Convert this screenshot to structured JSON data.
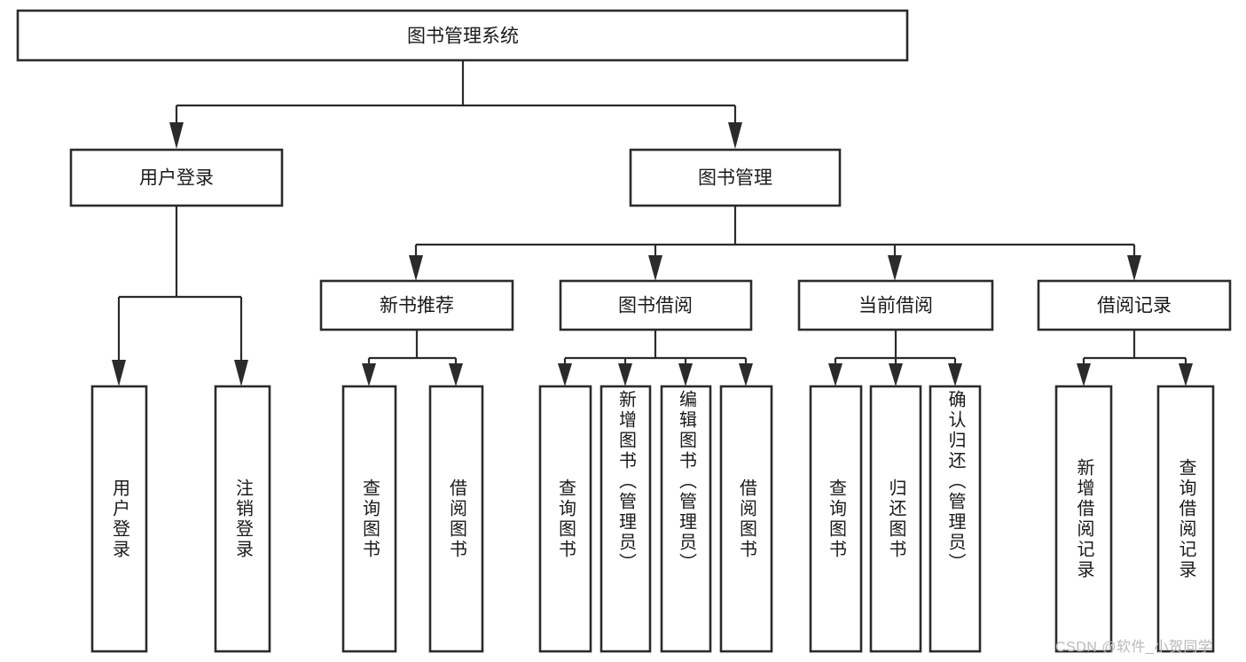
{
  "diagram": {
    "type": "tree-hierarchy",
    "title": "图书管理系统",
    "watermark": "CSDN @软件_小贺同学",
    "colors": {
      "box_fill": "#ffffff",
      "box_stroke": "#2b2b2b",
      "connector": "#2b2b2b",
      "text": "#1a1a1a",
      "background": "#ffffff",
      "watermark": "#b9b9b9"
    },
    "root": {
      "label": "图书管理系统",
      "orientation": "horizontal"
    },
    "level2": [
      {
        "label": "用户登录",
        "orientation": "horizontal"
      },
      {
        "label": "图书管理",
        "orientation": "horizontal"
      }
    ],
    "level3": [
      {
        "label": "新书推荐",
        "orientation": "horizontal",
        "parent": "图书管理"
      },
      {
        "label": "图书借阅",
        "orientation": "horizontal",
        "parent": "图书管理"
      },
      {
        "label": "当前借阅",
        "orientation": "horizontal",
        "parent": "图书管理"
      },
      {
        "label": "借阅记录",
        "orientation": "horizontal",
        "parent": "图书管理"
      }
    ],
    "leaves": [
      {
        "label": "用户登录",
        "parent": "用户登录",
        "orientation": "vertical"
      },
      {
        "label": "注销登录",
        "parent": "用户登录",
        "orientation": "vertical"
      },
      {
        "label": "查询图书",
        "parent": "新书推荐",
        "orientation": "vertical"
      },
      {
        "label": "借阅图书",
        "parent": "新书推荐",
        "orientation": "vertical"
      },
      {
        "label": "查询图书",
        "parent": "图书借阅",
        "orientation": "vertical"
      },
      {
        "label": "新增图书（管理员）",
        "parent": "图书借阅",
        "orientation": "vertical"
      },
      {
        "label": "编辑图书（管理员）",
        "parent": "图书借阅",
        "orientation": "vertical"
      },
      {
        "label": "借阅图书",
        "parent": "图书借阅",
        "orientation": "vertical"
      },
      {
        "label": "查询图书",
        "parent": "当前借阅",
        "orientation": "vertical"
      },
      {
        "label": "归还图书",
        "parent": "当前借阅",
        "orientation": "vertical"
      },
      {
        "label": "确认归还（管理员）",
        "parent": "当前借阅",
        "orientation": "vertical"
      },
      {
        "label": "新增借阅记录",
        "parent": "借阅记录",
        "orientation": "vertical"
      },
      {
        "label": "查询借阅记录",
        "parent": "借阅记录",
        "orientation": "vertical"
      }
    ]
  }
}
